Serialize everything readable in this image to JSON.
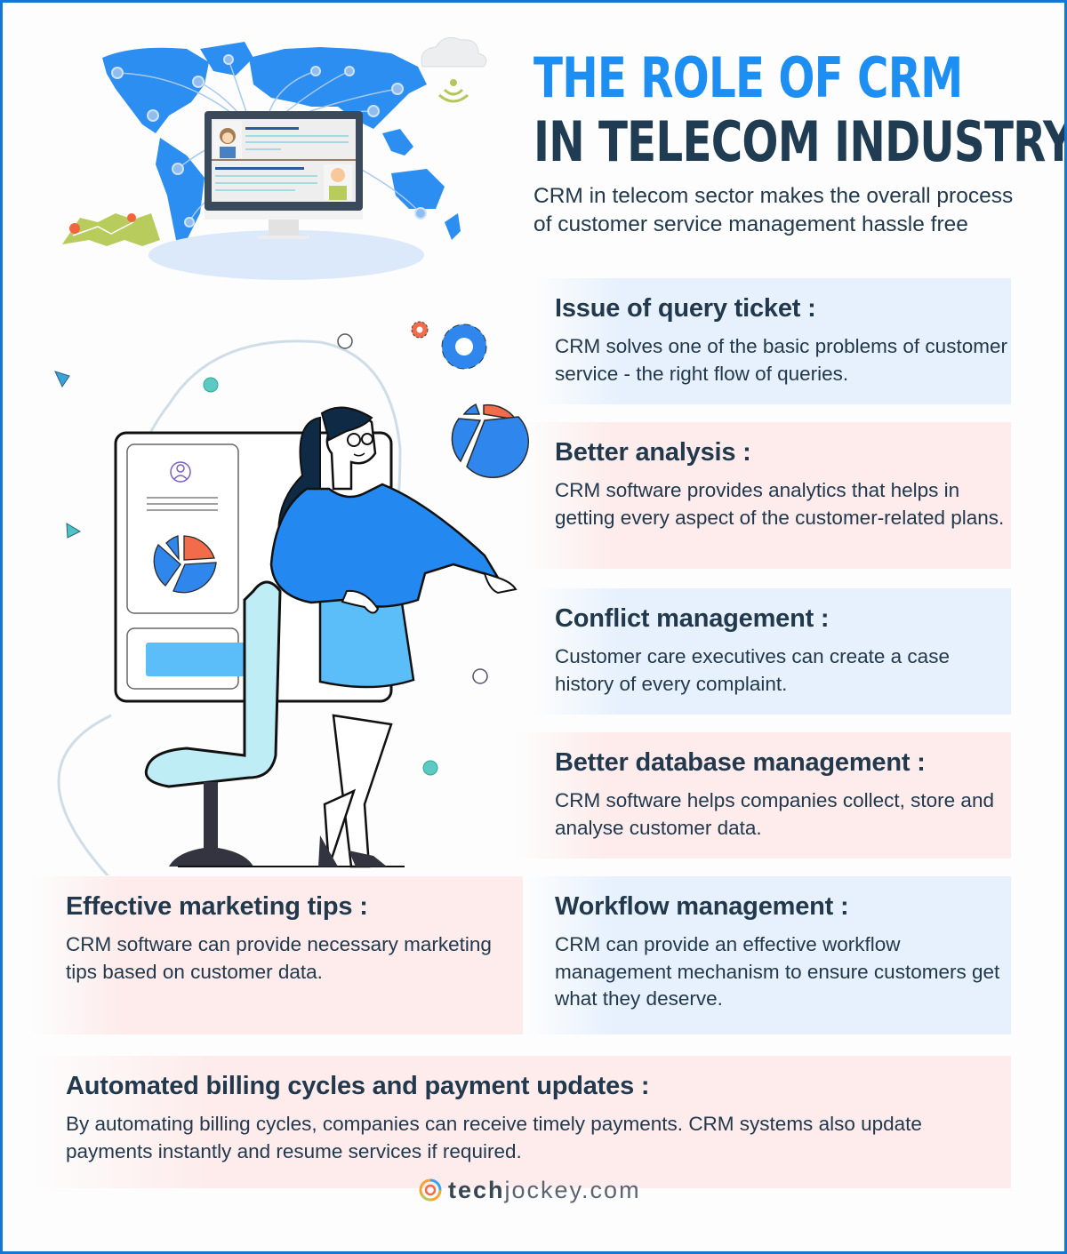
{
  "header": {
    "title_line1": "THE ROLE OF CRM",
    "title_line2": "IN TELECOM INDUSTRY",
    "intro": "CRM in telecom sector makes the overall process of customer service management hassle free"
  },
  "sections": [
    {
      "heading": "Issue of query ticket :",
      "body": "CRM solves one of the basic problems of customer service - the right flow of queries.",
      "theme": "blue"
    },
    {
      "heading": "Better analysis :",
      "body": "CRM software provides analytics that helps in getting every aspect of the customer-related plans.",
      "theme": "pink"
    },
    {
      "heading": "Conflict management :",
      "body": "Customer care executives can create a case history of every complaint.",
      "theme": "blue"
    },
    {
      "heading": "Better database management :",
      "body": "CRM software helps companies collect, store and analyse customer data.",
      "theme": "pink"
    },
    {
      "heading": "Effective marketing tips :",
      "body": "CRM software can provide necessary marketing tips based on customer data.",
      "theme": "pink"
    },
    {
      "heading": "Workflow management :",
      "body": "CRM can provide an effective workflow management mechanism to ensure customers get what they deserve.",
      "theme": "blue"
    },
    {
      "heading": "Automated billing cycles and payment updates :",
      "body": "By automating billing cycles, companies can receive timely payments. CRM systems also update payments instantly and resume services if required.",
      "theme": "pink"
    }
  ],
  "footer": {
    "logo_part1": "tech",
    "logo_part2": "jockey.com"
  },
  "icons": {
    "map": "world-map-icon",
    "monitor": "monitor-icon",
    "cloud": "cloud-wifi-icon",
    "paper_map": "paper-map-icon",
    "gear": "gear-icon",
    "pie": "pie-chart-icon",
    "person": "woman-illustration",
    "chair": "chair-icon"
  },
  "colors": {
    "accent_blue": "#1e8ff2",
    "title_dark": "#1f3c52",
    "card_blue": "#e6f1fd",
    "card_pink": "#fdeceb",
    "border": "#1677d2",
    "pie_orange": "#f26b4a"
  }
}
